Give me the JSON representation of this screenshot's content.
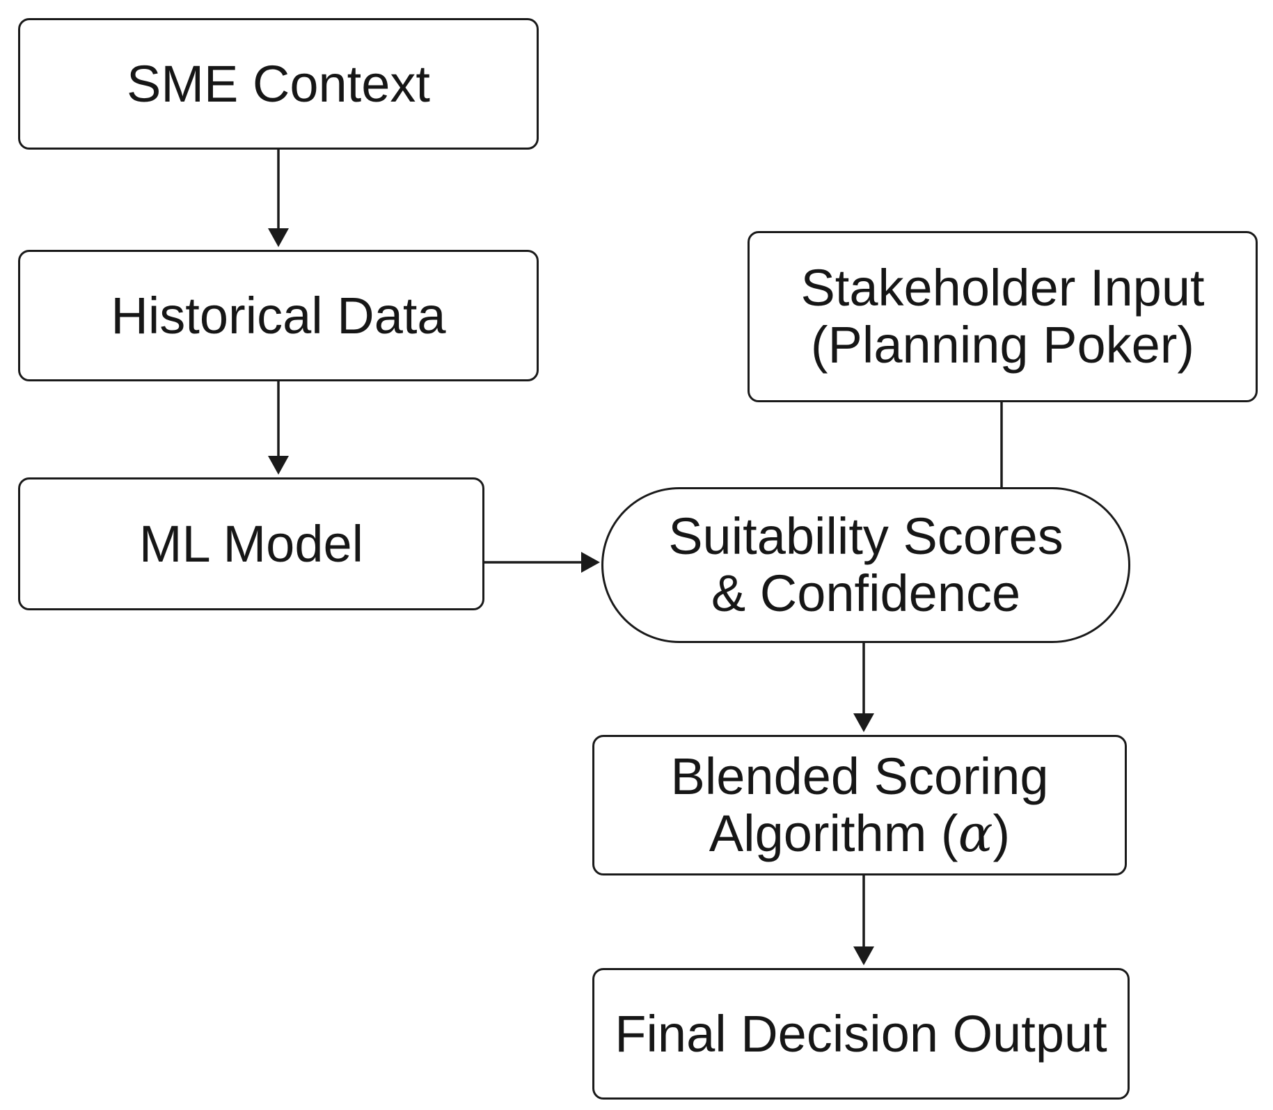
{
  "diagram": {
    "type": "flowchart",
    "nodes": {
      "sme_context": {
        "lines": [
          "SME Context"
        ]
      },
      "historical_data": {
        "lines": [
          "Historical Data"
        ]
      },
      "ml_model": {
        "lines": [
          "ML Model"
        ]
      },
      "stakeholder_input": {
        "lines": [
          "Stakeholder Input",
          "(Planning Poker)"
        ]
      },
      "suitability_scores": {
        "lines": [
          "Suitability Scores",
          "& Confidence"
        ],
        "shape": "rounded-pill"
      },
      "blended_scoring": {
        "lines": [
          "Blended Scoring",
          "Algorithm ("
        ],
        "symbol": "α",
        "suffix": ")"
      },
      "final_decision": {
        "lines": [
          "Final Decision Output"
        ]
      }
    },
    "edges": [
      {
        "from": "SME Context",
        "to": "Historical Data",
        "arrow": true
      },
      {
        "from": "Historical Data",
        "to": "ML Model",
        "arrow": true
      },
      {
        "from": "ML Model",
        "to": "Suitability Scores & Confidence",
        "arrow": true
      },
      {
        "from": "Stakeholder Input (Planning Poker)",
        "to": "Suitability Scores & Confidence",
        "arrow": false
      },
      {
        "from": "Suitability Scores & Confidence",
        "to": "Blended Scoring Algorithm (α)",
        "arrow": true
      },
      {
        "from": "Blended Scoring Algorithm (α)",
        "to": "Final Decision Output",
        "arrow": true
      }
    ],
    "colors": {
      "stroke": "#1a1a1a",
      "text": "#161616",
      "background": "#ffffff"
    }
  }
}
